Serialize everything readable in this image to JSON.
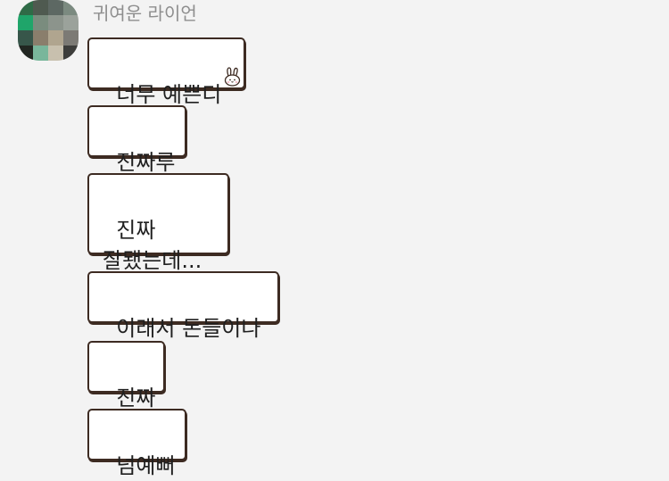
{
  "chat": {
    "sender_name": "귀여운 라이언",
    "messages": [
      {
        "text": "너무 예쁜디"
      },
      {
        "text": "진짜루"
      },
      {
        "text": "진짜\n잘됐는데..."
      },
      {
        "text": "이래서 돈들이나"
      },
      {
        "text": "진짜"
      },
      {
        "text": "넘예뻐"
      }
    ]
  },
  "colors": {
    "background": "#f3f3f3",
    "bubble_fill": "#ffffff",
    "bubble_border": "#3d2b22",
    "sender_text": "#8e8e8e",
    "message_text": "#1f1f1f"
  },
  "icons": {
    "avatar": "pixelated-profile-photo",
    "bubble_decoration": "bunny-sticker-icon"
  }
}
